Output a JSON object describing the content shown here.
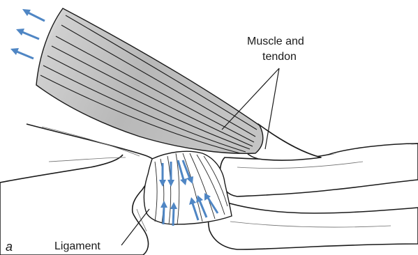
{
  "labels": {
    "muscle_tendon_line1": "Muscle and",
    "muscle_tendon_line2": "tendon",
    "ligament": "Ligament",
    "panel": "a"
  },
  "colors": {
    "arrow": "#4f86c4",
    "muscle_fill": "#bdbdbd",
    "outline": "#1a1a1a",
    "background": "#ffffff"
  }
}
